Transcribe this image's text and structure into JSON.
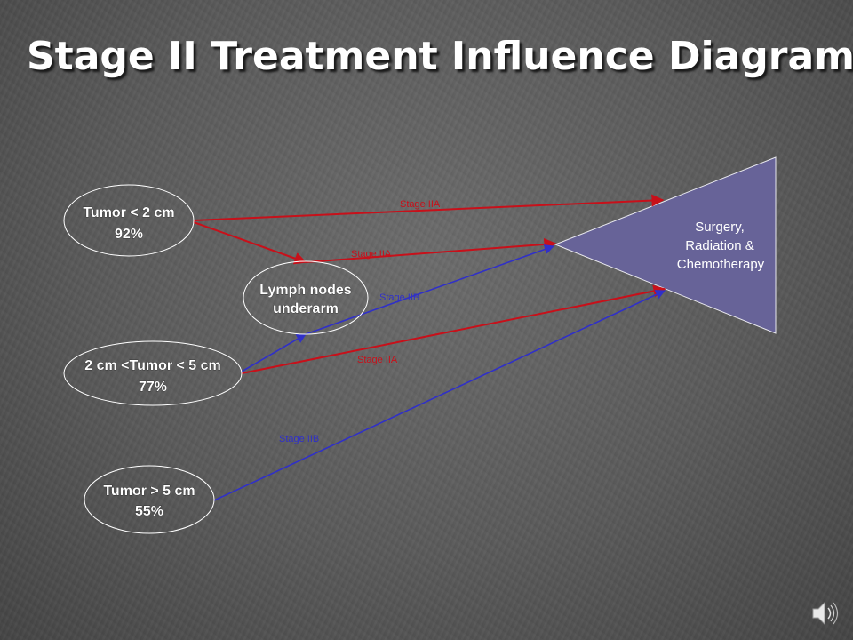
{
  "title": "Stage II Treatment Influence Diagram",
  "nodes": {
    "tumor_small": {
      "line1": "Tumor < 2 cm",
      "line2": "92%"
    },
    "tumor_medium": {
      "line1": "2 cm <Tumor < 5 cm",
      "line2": "77%"
    },
    "tumor_large": {
      "line1": "Tumor > 5 cm",
      "line2": "55%"
    },
    "lymph_nodes": {
      "line1": "Lymph nodes",
      "line2": "underarm"
    },
    "outcome": {
      "line1": "Surgery,",
      "line2": "Radiation &",
      "line3": "Chemotherapy"
    }
  },
  "edges": [
    {
      "from": "tumor_small",
      "to": "outcome",
      "label": "Stage IIA",
      "color": "#c8101a"
    },
    {
      "from": "tumor_small",
      "to": "lymph_nodes",
      "label": "",
      "color": "#c8101a"
    },
    {
      "from": "lymph_nodes",
      "to": "outcome",
      "label": "Stage IIA",
      "color": "#c8101a"
    },
    {
      "from": "lymph_nodes",
      "to": "outcome",
      "label": "Stage IIB",
      "color": "#3030c8"
    },
    {
      "from": "tumor_medium",
      "to": "lymph_nodes",
      "label": "",
      "color": "#3030c8"
    },
    {
      "from": "tumor_medium",
      "to": "outcome",
      "label": "Stage IIA",
      "color": "#c8101a"
    },
    {
      "from": "tumor_large",
      "to": "outcome",
      "label": "Stage IIB",
      "color": "#3030c8"
    }
  ],
  "colors": {
    "stage_iia": "#c8101a",
    "stage_iib": "#3030c8",
    "outcome_fill": "#676398",
    "node_stroke": "#ffffff"
  },
  "icons": {
    "sound": "speaker-icon"
  }
}
